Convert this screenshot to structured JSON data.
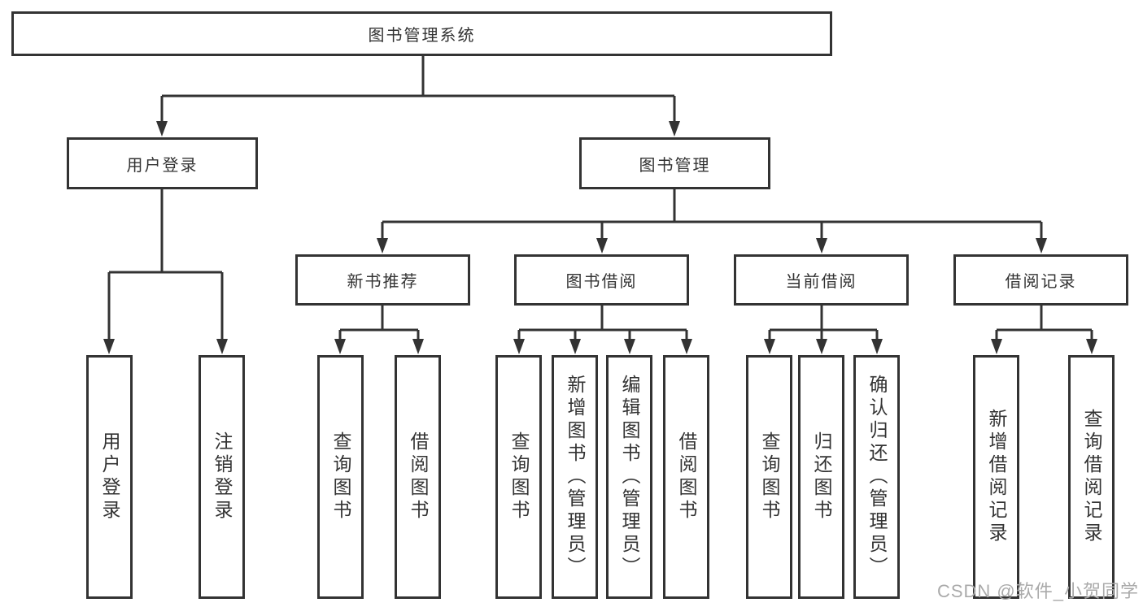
{
  "tree": {
    "root": {
      "label": "图书管理系统"
    },
    "branches": [
      {
        "label": "用户登录",
        "children": [
          {
            "label": "用户登录"
          },
          {
            "label": "注销登录"
          }
        ]
      },
      {
        "label": "图书管理",
        "children": [
          {
            "label": "新书推荐",
            "children": [
              {
                "label": "查询图书"
              },
              {
                "label": "借阅图书"
              }
            ]
          },
          {
            "label": "图书借阅",
            "children": [
              {
                "label": "查询图书"
              },
              {
                "label": "新增图书（管理员）"
              },
              {
                "label": "编辑图书（管理员）"
              },
              {
                "label": "借阅图书"
              }
            ]
          },
          {
            "label": "当前借阅",
            "children": [
              {
                "label": "查询图书"
              },
              {
                "label": "归还图书"
              },
              {
                "label": "确认归还（管理员）"
              }
            ]
          },
          {
            "label": "借阅记录",
            "children": [
              {
                "label": "新增借阅记录"
              },
              {
                "label": "查询借阅记录"
              }
            ]
          }
        ]
      }
    ]
  },
  "watermark": {
    "text": "CSDN @软件_小贺同学"
  },
  "colors": {
    "line": "#333333",
    "box_border": "#333333",
    "text": "#333333",
    "background": "#ffffff",
    "watermark": "#aaaaaa"
  }
}
